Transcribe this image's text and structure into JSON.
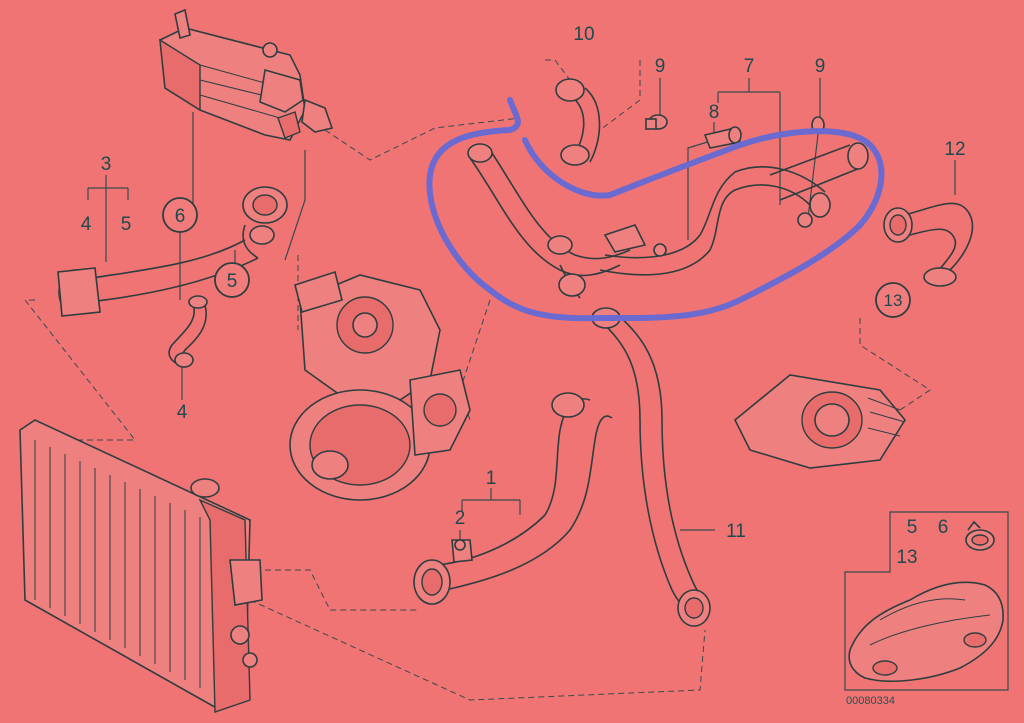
{
  "diagram": {
    "background": "#f07474",
    "ink": "#1e4a4e",
    "highlight_color": "#6a6ad0",
    "callouts": [
      {
        "id": "c10",
        "label": "10"
      },
      {
        "id": "c9a",
        "label": "9"
      },
      {
        "id": "c7",
        "label": "7"
      },
      {
        "id": "c9b",
        "label": "9"
      },
      {
        "id": "c8",
        "label": "8"
      },
      {
        "id": "c3",
        "label": "3"
      },
      {
        "id": "c4a",
        "label": "4"
      },
      {
        "id": "c5a",
        "label": "5"
      },
      {
        "id": "c6",
        "label": "6"
      },
      {
        "id": "c5b",
        "label": "5"
      },
      {
        "id": "c4b",
        "label": "4"
      },
      {
        "id": "c12",
        "label": "12"
      },
      {
        "id": "c13",
        "label": "13"
      },
      {
        "id": "c1",
        "label": "1"
      },
      {
        "id": "c2",
        "label": "2"
      },
      {
        "id": "c11",
        "label": "11"
      }
    ],
    "inset": {
      "labels": [
        "5",
        "6",
        "13"
      ],
      "code": "00080334"
    }
  }
}
